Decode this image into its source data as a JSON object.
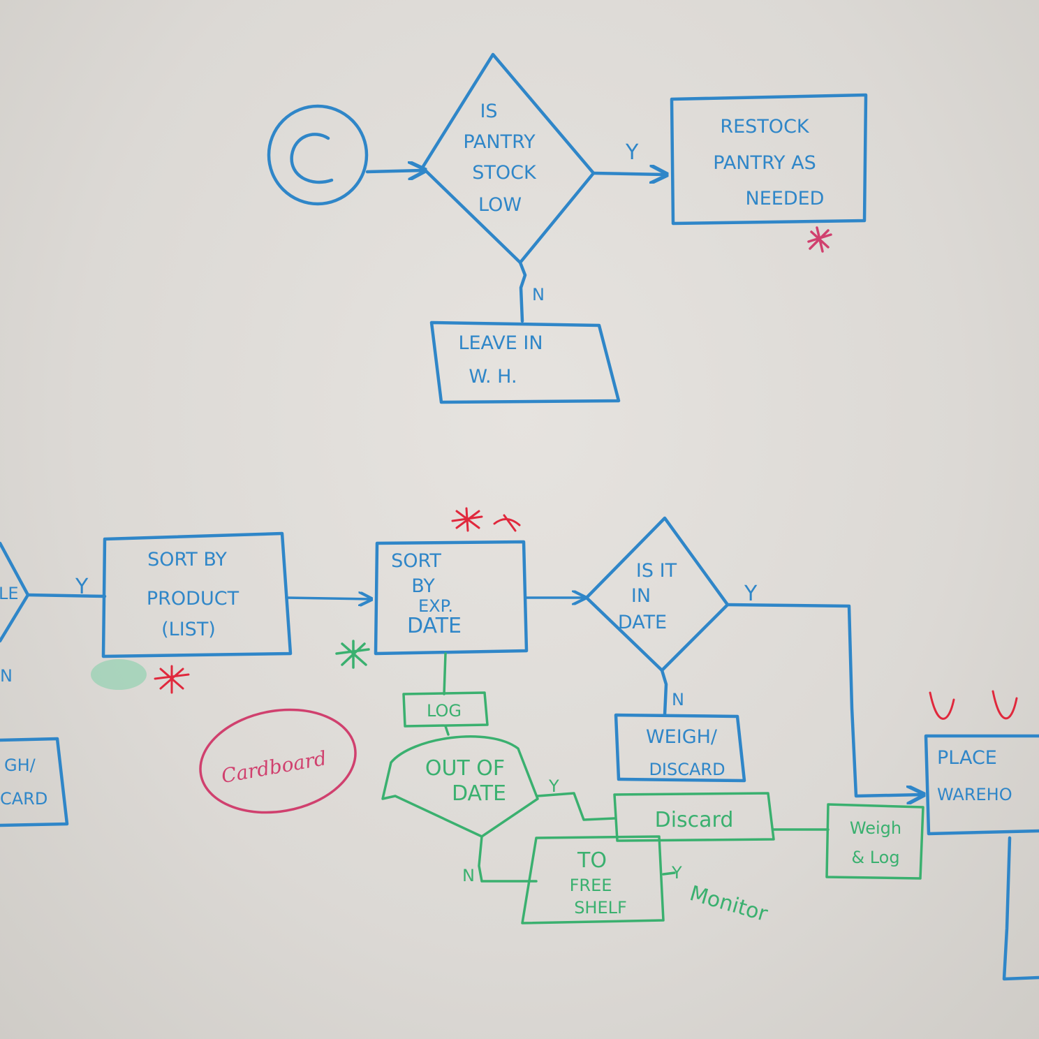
{
  "nodes": {
    "start": "C",
    "pantry_decision": [
      "IS",
      "PANTRY",
      "STOCK",
      "LOW"
    ],
    "restock": [
      "RESTOCK",
      "PANTRY AS",
      "NEEDED"
    ],
    "leave_wh": [
      "LEAVE IN",
      "W. H."
    ],
    "left_partial_diamond": "LE",
    "left_partial_n": "N",
    "left_partial_box": [
      "GH/",
      "CARD"
    ],
    "sort_product": [
      "SORT BY",
      "PRODUCT",
      "(LIST)"
    ],
    "sort_exp": [
      "SORT",
      "BY",
      "EXP.",
      "DATE"
    ],
    "in_date_decision": [
      "IS IT",
      "IN",
      "DATE"
    ],
    "weigh_discard": [
      "WEIGH/",
      "DISCARD"
    ],
    "place_warehouse": [
      "PLACE",
      "WAREHO"
    ],
    "log": "LOG",
    "out_of_date": [
      "OUT OF",
      "DATE"
    ],
    "discard": "Discard",
    "free_shelf": [
      "TO",
      "FREE",
      "SHELF"
    ],
    "weigh_log": [
      "Weigh",
      "& Log"
    ],
    "monitor": "Monitor",
    "cardboard": "Cardboard"
  },
  "edge_labels": {
    "y": "Y",
    "n": "N"
  },
  "colors": {
    "blue": "#2f86c8",
    "green": "#3ab06f",
    "pink": "#d0406e",
    "red": "#e0283c"
  }
}
